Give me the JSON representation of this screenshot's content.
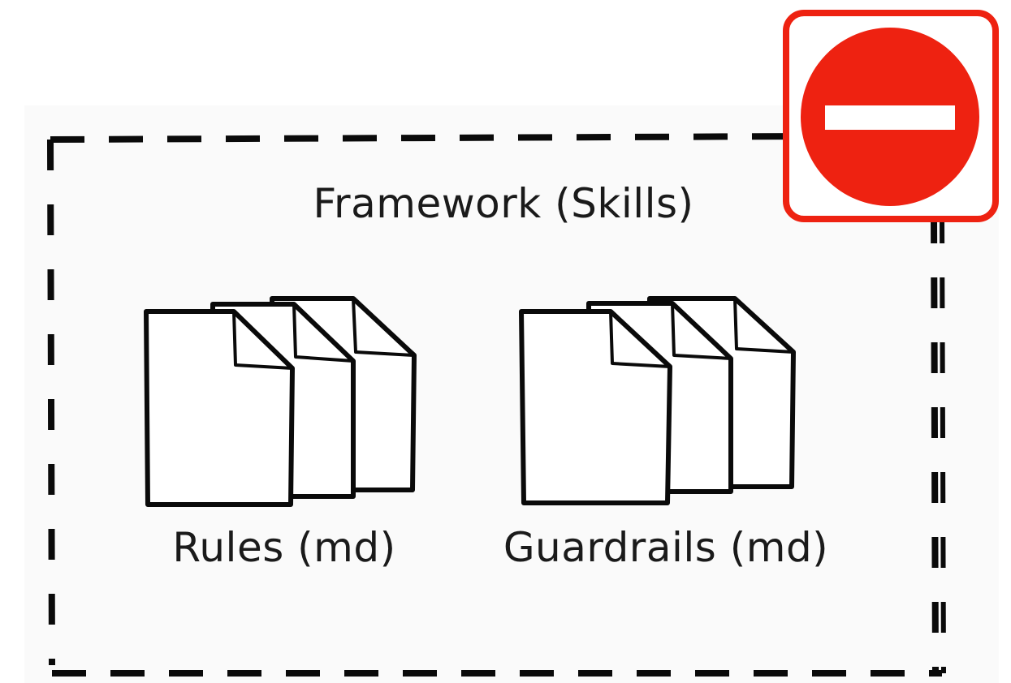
{
  "framework": {
    "title": "Framework (Skills)"
  },
  "groups": [
    {
      "label": "Rules (md)"
    },
    {
      "label": "Guardrails (md)"
    }
  ],
  "badge": {
    "icon": "no-entry-icon",
    "color": "#ee2211",
    "border_color": "#ee2211"
  },
  "colors": {
    "stroke": "#0a0a0a",
    "background": "#fafafa"
  }
}
